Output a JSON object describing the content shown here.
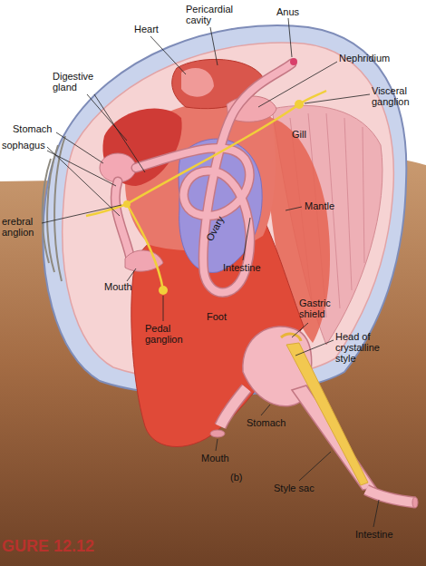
{
  "diagram": {
    "title": "GURE 12.12",
    "labels": [
      "Heart",
      "Pericardial cavity",
      "Anus",
      "Nephridium",
      "Digestive gland",
      "Stomach",
      "sophagus",
      "Visceral ganglion",
      "Gill",
      "erebral anglion",
      "Mantle",
      "Ovary",
      "Intestine",
      "Mouth",
      "Pedal ganglion",
      "Foot",
      "Gastric shield",
      "Head of crystalline style",
      "Stomach",
      "Mouth",
      "(b)",
      "Style sac",
      "Intestine"
    ]
  }
}
